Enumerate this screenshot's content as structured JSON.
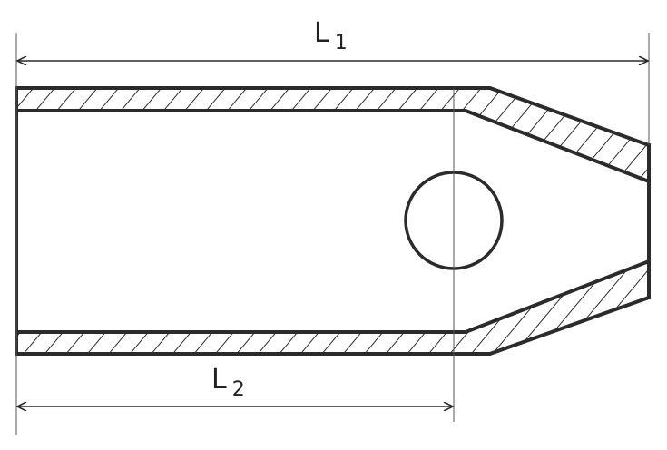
{
  "dimensions": {
    "overall_length": {
      "label": "L",
      "subscript": "1"
    },
    "partial_length": {
      "label": "L",
      "subscript": "2"
    }
  },
  "colors": {
    "stroke": "#2b2b2b",
    "thin_line": "#555555",
    "background": "#ffffff"
  }
}
